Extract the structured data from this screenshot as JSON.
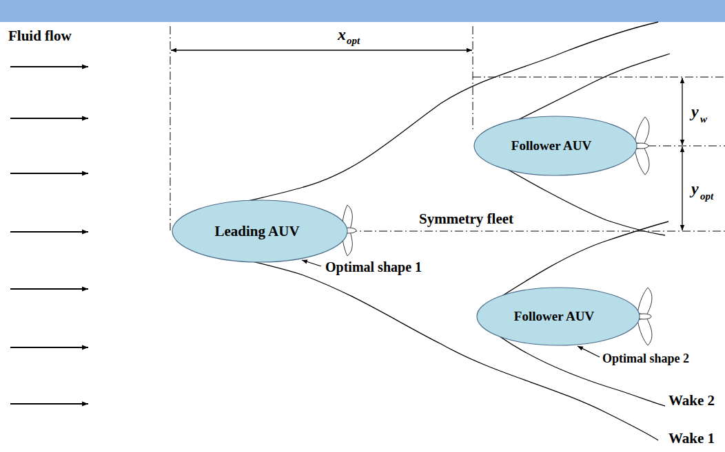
{
  "diagram": {
    "nodes": [
      {
        "text": [
          "Leading AUV"
        ]
      },
      {
        "text": [
          "Follower AUV"
        ]
      },
      {
        "text": [
          "Follower AUV"
        ]
      }
    ],
    "labels": [
      "Fluid flow",
      "x",
      "opt",
      "y",
      "w",
      "y",
      "opt",
      "Symmetry fleet",
      "Optimal shape 1",
      "Optimal shape 2",
      "Wake 2",
      "Wake 1"
    ]
  }
}
